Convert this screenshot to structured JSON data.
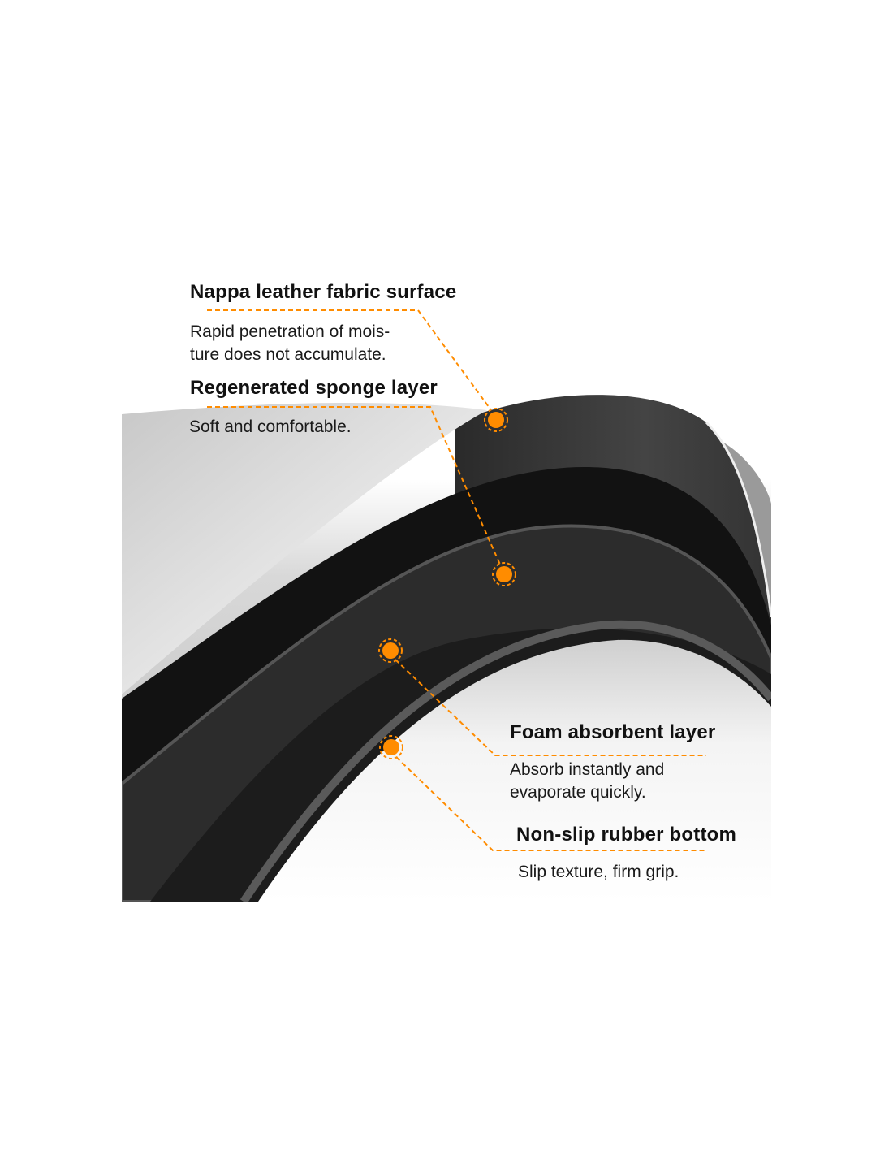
{
  "layers": [
    {
      "title": "Nappa leather fabric surface",
      "desc": [
        "Rapid penetration of mois-",
        "ture does not accumulate."
      ]
    },
    {
      "title": "Regenerated sponge layer",
      "desc": [
        "Soft and comfortable."
      ]
    },
    {
      "title": "Foam absorbent layer",
      "desc": [
        "Absorb instantly and",
        "evaporate quickly."
      ]
    },
    {
      "title": "Non-slip rubber bottom",
      "desc": [
        "Slip texture, firm grip."
      ]
    }
  ],
  "colors": {
    "accent": "#ff8c00",
    "fabric": "#d6d6d6",
    "black": "#121212",
    "foam": "#2c2c2c"
  }
}
